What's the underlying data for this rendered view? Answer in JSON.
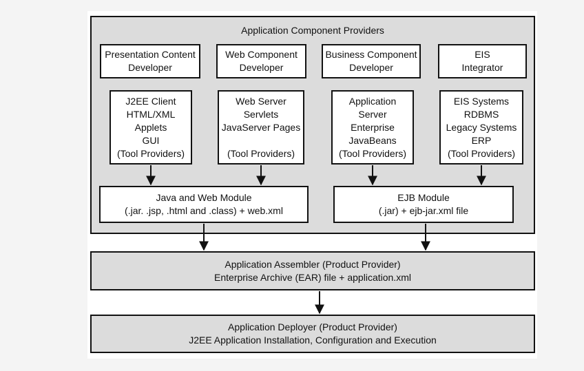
{
  "outer": {
    "title": "Application Component Providers"
  },
  "roles": [
    {
      "line1": "Presentation Content",
      "line2": "Developer"
    },
    {
      "line1": "Web Component",
      "line2": "Developer"
    },
    {
      "line1": "Business Component",
      "line2": "Developer"
    },
    {
      "line1": "EIS",
      "line2": "Integrator"
    }
  ],
  "tiers": [
    {
      "lines": [
        "J2EE Client",
        "HTML/XML",
        "Applets",
        "GUI",
        "(Tool Providers)"
      ]
    },
    {
      "lines": [
        "Web Server",
        "Servlets",
        "JavaServer Pages",
        "",
        "(Tool Providers)"
      ]
    },
    {
      "lines": [
        "Application",
        "Server",
        "Enterprise",
        "JavaBeans",
        "(Tool Providers)"
      ]
    },
    {
      "lines": [
        "EIS Systems",
        "RDBMS",
        "Legacy Systems",
        "ERP",
        "(Tool Providers)"
      ]
    }
  ],
  "modules": {
    "web": {
      "line1": "Java and Web Module",
      "line2": "(.jar. .jsp, .html and .class) + web.xml"
    },
    "ejb": {
      "line1": "EJB Module",
      "line2": "(.jar) + ejb-jar.xml file"
    }
  },
  "assembler": {
    "line1": "Application Assembler (Product Provider)",
    "line2": "Enterprise Archive (EAR) file + application.xml"
  },
  "deployer": {
    "line1": "Application Deployer (Product Provider)",
    "line2": "J2EE Application Installation, Configuration and Execution"
  }
}
